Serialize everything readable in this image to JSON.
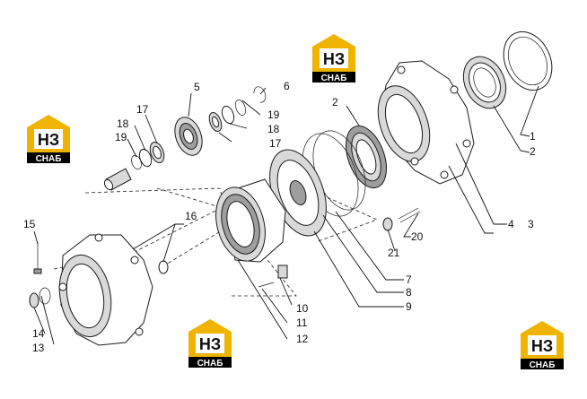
{
  "diagram": {
    "type": "exploded-parts-view",
    "callouts": [
      "1",
      "2",
      "2",
      "3",
      "4",
      "5",
      "6",
      "7",
      "8",
      "9",
      "10",
      "11",
      "12",
      "13",
      "14",
      "15",
      "16",
      "17",
      "17",
      "18",
      "18",
      "19",
      "19",
      "20",
      "21"
    ]
  },
  "watermark": {
    "logo_mark": "НЗ",
    "logo_text": "СНАБ",
    "colors": {
      "roof": "#f0b400",
      "text_bg": "#000000",
      "text": "#ffffff"
    },
    "count": 4
  }
}
